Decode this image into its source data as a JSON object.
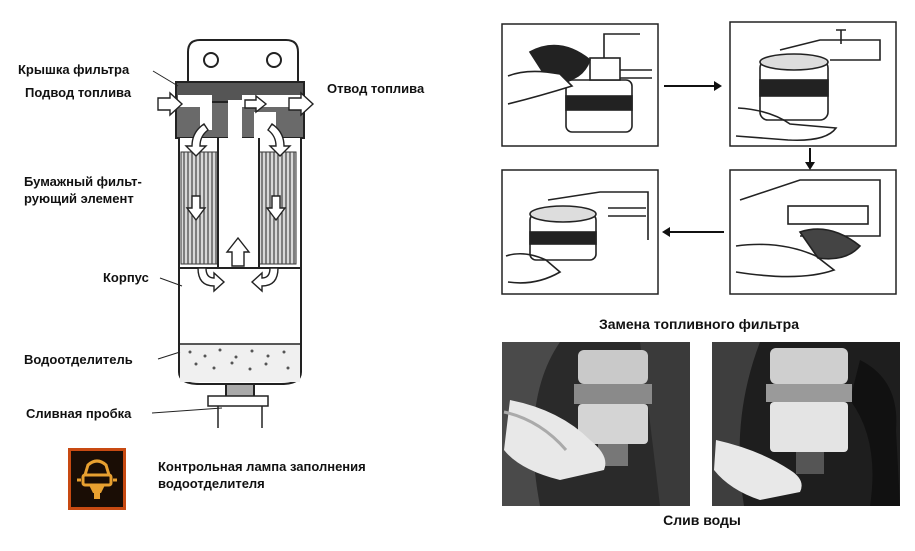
{
  "diagram": {
    "labels": {
      "filter_cap": "Крышка фильтра",
      "fuel_inlet": "Подвод топлива",
      "fuel_outlet": "Отвод топлива",
      "paper_element_line1": "Бумажный фильт-",
      "paper_element_line2": "рующий элемент",
      "housing": "Корпус",
      "water_separator": "Водоотделитель",
      "drain_plug": "Сливная пробка"
    },
    "warning_lamp": {
      "icon": "water-separator-lamp-icon",
      "text_line1": "Контрольная лампа заполнения",
      "text_line2": "водоотделителя",
      "colors": {
        "background": "#1a0d05",
        "border": "#c84a12",
        "glyph": "#e8a030"
      }
    }
  },
  "filter_replacement": {
    "caption": "Замена топливного фильтра",
    "steps": [
      {
        "icon": "wipe-filter-with-rag-icon"
      },
      {
        "icon": "unscrew-filter-icon"
      },
      {
        "icon": "clean-mount-surface-icon"
      },
      {
        "icon": "install-new-filter-icon"
      }
    ]
  },
  "water_drain": {
    "caption": "Слив воды",
    "photos": [
      {
        "icon": "drain-photo-open-icon"
      },
      {
        "icon": "drain-photo-close-icon"
      }
    ]
  }
}
